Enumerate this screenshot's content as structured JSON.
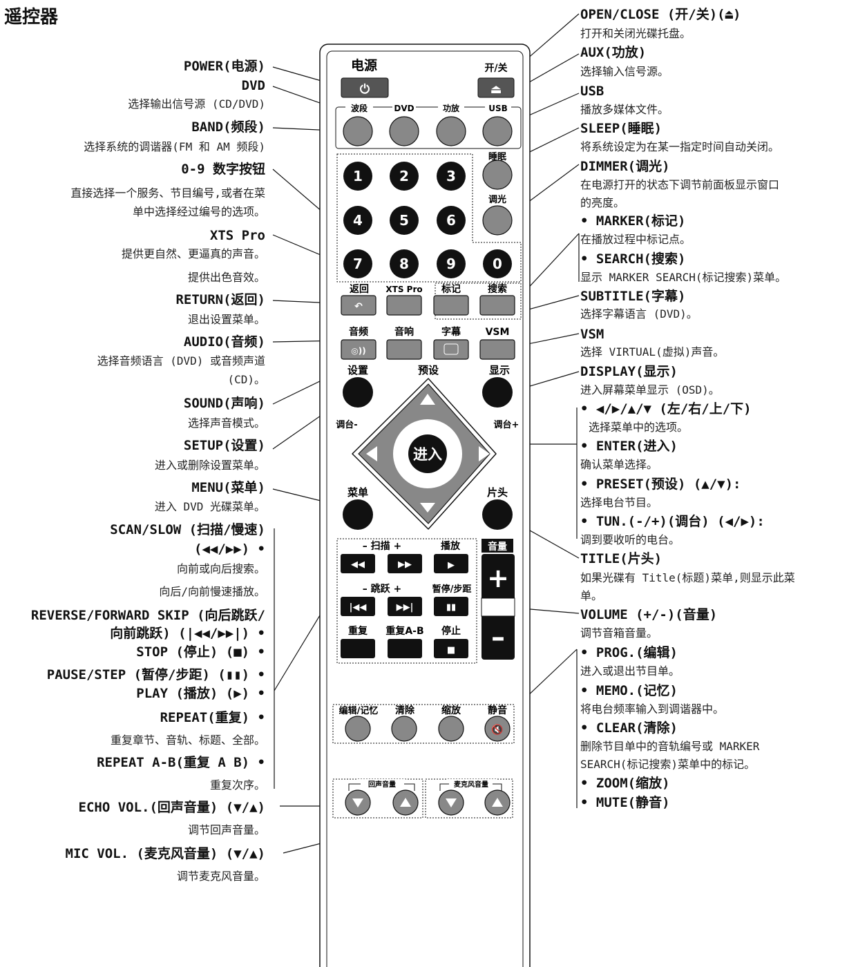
{
  "page_title": "遥控器",
  "remote": {
    "power_label": "电源",
    "open_close_label": "开/关",
    "band_label": "波段",
    "dvd_label": "DVD",
    "aux_label": "功放",
    "usb_label": "USB",
    "sleep_label": "睡眠",
    "dimmer_label": "调光",
    "digits": [
      "1",
      "2",
      "3",
      "4",
      "5",
      "6",
      "7",
      "8",
      "9",
      "0"
    ],
    "return_label": "返回",
    "xts_label": "XTS Pro",
    "marker_label": "标记",
    "search_label": "搜索",
    "audio_label": "音频",
    "sound_label": "音响",
    "subtitle_label": "字幕",
    "vsm_label": "VSM",
    "setup_label": "设置",
    "preset_label": "预设",
    "display_label": "显示",
    "tune_minus_label": "调台-",
    "tune_plus_label": "调台+",
    "enter_label": "进入",
    "menu_label": "菜单",
    "title_label": "片头",
    "scan_label": "–  扫描  +",
    "play_label": "播放",
    "skip_label": "–  跳跃  +",
    "pause_label": "暂停/步距",
    "repeat_label": "重复",
    "repeat_ab_label": "重复A-B",
    "stop_label": "停止",
    "volume_label": "音量",
    "prog_label": "编辑/记忆",
    "clear_label": "清除",
    "zoom_label": "缩放",
    "mute_label": "静音",
    "echo_vol_label": "回声音量",
    "mic_vol_label": "麦克风音量"
  },
  "left": [
    {
      "id": "power-h",
      "text": "POWER(电源)"
    },
    {
      "id": "dvd-h",
      "text": "DVD"
    },
    {
      "id": "dvd-d",
      "text": "选择输出信号源 (CD/DVD)"
    },
    {
      "id": "band-h",
      "text": "BAND(频段)"
    },
    {
      "id": "band-d",
      "text": "选择系统的调谐器(FM 和 AM 频段)"
    },
    {
      "id": "num-h",
      "text": "0-9 数字按钮"
    },
    {
      "id": "num-d1",
      "text": "直接选择一个服务、节目编号,或者在菜"
    },
    {
      "id": "num-d2",
      "text": "单中选择经过编号的选项。"
    },
    {
      "id": "xts-h",
      "text": "XTS Pro"
    },
    {
      "id": "xts-d1",
      "text": "提供更自然、更逼真的声音。"
    },
    {
      "id": "xts-d2",
      "text": "提供出色音效。"
    },
    {
      "id": "return-h",
      "text": "RETURN(返回)"
    },
    {
      "id": "return-d",
      "text": "退出设置菜单。"
    },
    {
      "id": "audio-h",
      "text": "AUDIO(音频)"
    },
    {
      "id": "audio-d1",
      "text": "选择音频语言 (DVD) 或音频声道"
    },
    {
      "id": "audio-d2",
      "text": "(CD)。"
    },
    {
      "id": "sound-h",
      "text": "SOUND(声响)"
    },
    {
      "id": "sound-d",
      "text": "选择声音模式。"
    },
    {
      "id": "setup-h",
      "text": "SETUP(设置)"
    },
    {
      "id": "setup-d",
      "text": "进入或删除设置菜单。"
    },
    {
      "id": "menu-h",
      "text": "MENU(菜单)"
    },
    {
      "id": "menu-d",
      "text": "进入 DVD 光碟菜单。"
    },
    {
      "id": "scan-h1",
      "text": "SCAN/SLOW (扫描/慢速)"
    },
    {
      "id": "scan-h2",
      "text": "(◀◀/▶▶) •"
    },
    {
      "id": "scan-d1",
      "text": "向前或向后搜索。"
    },
    {
      "id": "scan-d2",
      "text": "向后/向前慢速播放。"
    },
    {
      "id": "skip-h1",
      "text": "REVERSE/FORWARD SKIP (向后跳跃/"
    },
    {
      "id": "skip-h2",
      "text": "向前跳跃) (|◀◀/▶▶|) •"
    },
    {
      "id": "stop-h",
      "text": "STOP (停止) (■) •"
    },
    {
      "id": "pause-h",
      "text": "PAUSE/STEP (暂停/步距) (▮▮) •"
    },
    {
      "id": "play-h",
      "text": "PLAY (播放) (▶) •"
    },
    {
      "id": "repeat-h",
      "text": "REPEAT(重复) •"
    },
    {
      "id": "repeat-d",
      "text": "重复章节、音轨、标题、全部。"
    },
    {
      "id": "repab-h",
      "text": "REPEAT A-B(重复 A B) •"
    },
    {
      "id": "repab-d",
      "text": "重复次序。"
    },
    {
      "id": "echo-h",
      "text": "ECHO VOL.(回声音量) (▼/▲)"
    },
    {
      "id": "echo-d",
      "text": "调节回声音量。"
    },
    {
      "id": "mic-h",
      "text": "MIC VOL. (麦克风音量) (▼/▲)"
    },
    {
      "id": "mic-d",
      "text": "调节麦克风音量。"
    }
  ],
  "right": [
    {
      "id": "open-h",
      "text": "OPEN/CLOSE (开/关)(⏏)"
    },
    {
      "id": "open-d",
      "text": "打开和关闭光碟托盘。"
    },
    {
      "id": "aux-h",
      "text": "AUX(功放)"
    },
    {
      "id": "aux-d",
      "text": "选择输入信号源。"
    },
    {
      "id": "usb-h",
      "text": "USB"
    },
    {
      "id": "usb-d",
      "text": "播放多媒体文件。"
    },
    {
      "id": "sleep-h",
      "text": "SLEEP(睡眠)"
    },
    {
      "id": "sleep-d",
      "text": "将系统设定为在某一指定时间自动关闭。"
    },
    {
      "id": "dimmer-h",
      "text": "DIMMER(调光)"
    },
    {
      "id": "dimmer-d1",
      "text": "在电源打开的状态下调节前面板显示窗口"
    },
    {
      "id": "dimmer-d2",
      "text": "的亮度。"
    },
    {
      "id": "marker-h",
      "text": "• MARKER(标记)"
    },
    {
      "id": "marker-d",
      "text": "在播放过程中标记点。"
    },
    {
      "id": "search-h",
      "text": "• SEARCH(搜索)"
    },
    {
      "id": "search-d",
      "text": "显示 MARKER SEARCH(标记搜索)菜单。"
    },
    {
      "id": "subtitle-h",
      "text": "SUBTITLE(字幕)"
    },
    {
      "id": "subtitle-d",
      "text": "选择字幕语言 (DVD)。"
    },
    {
      "id": "vsm-h",
      "text": "VSM"
    },
    {
      "id": "vsm-d",
      "text": "选择 VIRTUAL(虚拟)声音。"
    },
    {
      "id": "display-h",
      "text": "DISPLAY(显示)"
    },
    {
      "id": "display-d",
      "text": "进入屏幕菜单显示 (OSD)。"
    },
    {
      "id": "arrows-h",
      "text": "• ◀/▶/▲/▼ (左/右/上/下)"
    },
    {
      "id": "arrows-d",
      "text": "选择菜单中的选项。"
    },
    {
      "id": "enter-h",
      "text": "• ENTER(进入)"
    },
    {
      "id": "enter-d",
      "text": "确认菜单选择。"
    },
    {
      "id": "preset-h",
      "text": "• PRESET(预设) (▲/▼):"
    },
    {
      "id": "preset-d",
      "text": "选择电台节目。"
    },
    {
      "id": "tun-h",
      "text": "• TUN.(-/+)(调台) (◀/▶):"
    },
    {
      "id": "tun-d",
      "text": "调到要收听的电台。"
    },
    {
      "id": "titlek-h",
      "text": "TITLE(片头)"
    },
    {
      "id": "titlek-d1",
      "text": "如果光碟有 Title(标题)菜单,则显示此菜"
    },
    {
      "id": "titlek-d2",
      "text": "单。"
    },
    {
      "id": "volume-h",
      "text": "VOLUME (+/-)(音量)"
    },
    {
      "id": "volume-d",
      "text": "调节音箱音量。"
    },
    {
      "id": "prog-h",
      "text": "• PROG.(编辑)"
    },
    {
      "id": "prog-d",
      "text": "进入或退出节目单。"
    },
    {
      "id": "memo-h",
      "text": "• MEMO.(记忆)"
    },
    {
      "id": "memo-d",
      "text": "将电台频率输入到调谐器中。"
    },
    {
      "id": "clear-h",
      "text": "• CLEAR(清除)"
    },
    {
      "id": "clear-d1",
      "text": "删除节目单中的音轨编号或 MARKER"
    },
    {
      "id": "clear-d2",
      "text": "SEARCH(标记搜索)菜单中的标记。"
    },
    {
      "id": "zoom-h",
      "text": "• ZOOM(缩放)"
    },
    {
      "id": "mute-h",
      "text": "• MUTE(静音)"
    }
  ]
}
